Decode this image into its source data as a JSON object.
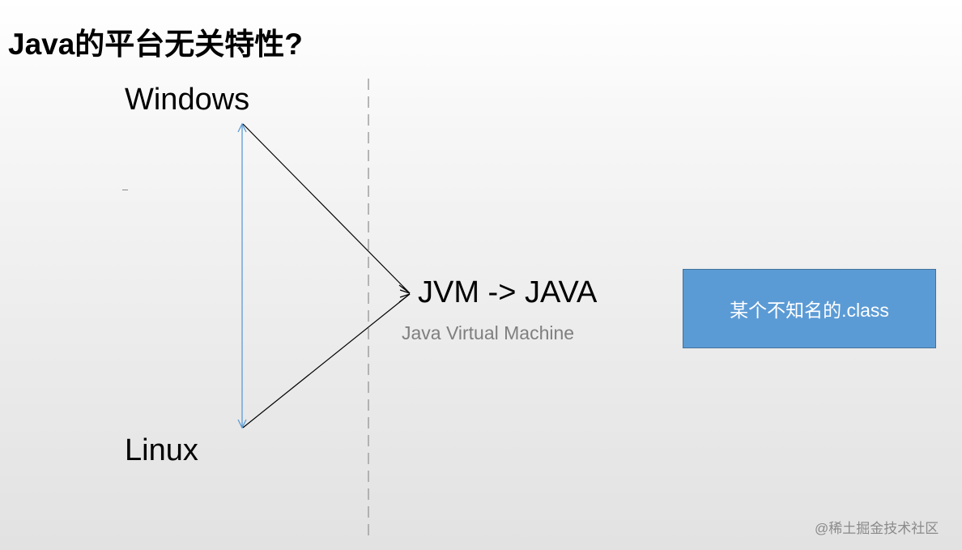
{
  "slide": {
    "title": "Java的平台无关特性?",
    "platforms": {
      "top": "Windows",
      "bottom": "Linux"
    },
    "jvm": {
      "label": "JVM -> JAVA",
      "subtitle": "Java Virtual Machine"
    },
    "class_box": {
      "label": "某个不知名的.class",
      "fill_color": "#5b9bd5",
      "text_color": "#ffffff"
    },
    "colors": {
      "blue_arrow": "#5b9bd5",
      "black_arrow": "#000000",
      "dashed_divider": "#a0a0a0"
    },
    "watermark": "@稀土掘金技术社区"
  }
}
